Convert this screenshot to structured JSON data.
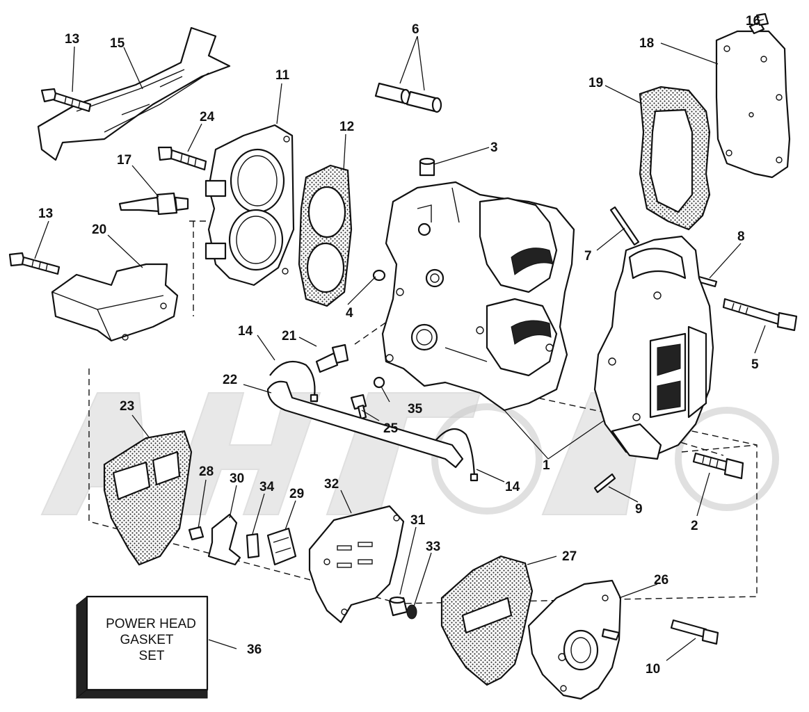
{
  "diagram": {
    "type": "exploded-parts-view",
    "gasket_set_box": {
      "lines": [
        "POWER HEAD",
        "GASKET",
        "SET"
      ],
      "callout": "36"
    },
    "callouts": {
      "c1": "1",
      "c2": "2",
      "c3": "3",
      "c4": "4",
      "c5": "5",
      "c6": "6",
      "c7": "7",
      "c8": "8",
      "c9": "9",
      "c10": "10",
      "c11": "11",
      "c12": "12",
      "c13a": "13",
      "c13b": "13",
      "c14a": "14",
      "c14b": "14",
      "c15": "15",
      "c16": "16",
      "c17": "17",
      "c18": "18",
      "c19": "19",
      "c20": "20",
      "c21": "21",
      "c22": "22",
      "c23": "23",
      "c24": "24",
      "c25": "25",
      "c26": "26",
      "c27": "27",
      "c28": "28",
      "c29": "29",
      "c30": "30",
      "c31": "31",
      "c32": "32",
      "c33": "33",
      "c34": "34",
      "c35": "35"
    }
  }
}
